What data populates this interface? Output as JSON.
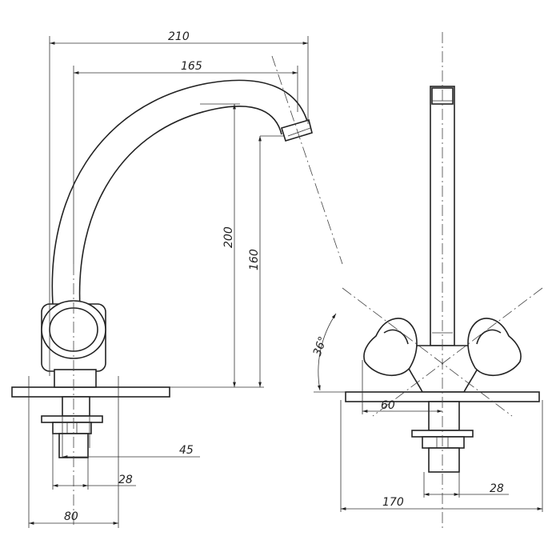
{
  "drawing": {
    "dimensions": {
      "total_reach": "210",
      "spout_reach": "165",
      "height_to_spout": "200",
      "height_to_outlet": "160",
      "base_stud": "45",
      "nut_width": "28",
      "base_width": "80",
      "side_nut_width": "28",
      "side_base_width": "170",
      "handle_offset": "60",
      "handle_angle": "36°"
    }
  },
  "colors": {
    "line": "#222222",
    "background": "#ffffff"
  }
}
